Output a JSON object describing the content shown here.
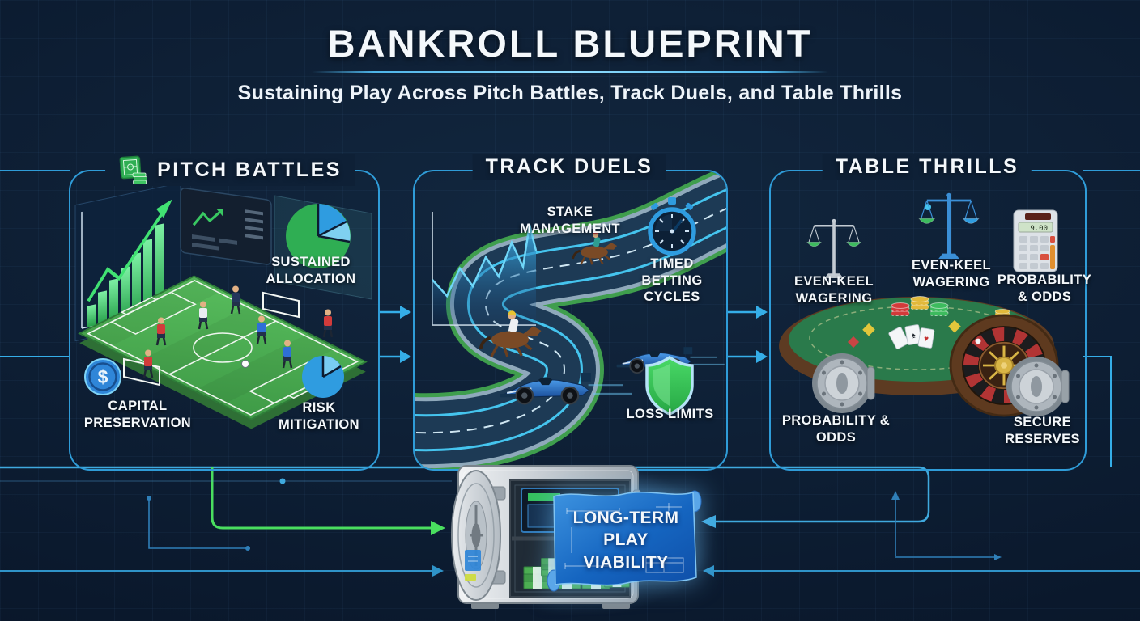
{
  "header": {
    "title": "BANKROLL BLUEPRINT",
    "subtitle": "Sustaining Play Across Pitch Battles, Track Duels, and Table Thrills"
  },
  "panels": [
    {
      "title": "PITCH BATTLES",
      "labels": {
        "sustained_allocation": "SUSTAINED ALLOCATION",
        "capital_preservation": "CAPITAL PRESERVATION",
        "risk_mitigation": "RISK MITIGATION"
      },
      "coin_symbol": "$"
    },
    {
      "title": "TRACK DUELS",
      "labels": {
        "stake_management": "STAKE MANAGEMENT",
        "timed_betting_cycles": "TIMED BETTING CYCLES",
        "loss_limits": "LOSS LIMITS"
      }
    },
    {
      "title": "TABLE THRILLS",
      "labels": {
        "even_keel_wagering_left": "EVEN-KEEL WAGERING",
        "even_keel_wagering_center": "EVEN-KEEL WAGERING",
        "probability_odds_top": "PROBABILITY & ODDS",
        "probability_odds_bottom": "PROBABILITY & ODDS",
        "secure_reserves": "SECURE RESERVES"
      },
      "calculator_display": "9.00",
      "card_suits": {
        "spade": "♠",
        "heart": "♥"
      }
    }
  ],
  "center": {
    "scroll_label": "LONG-TERM PLAY VIABILITY"
  },
  "colors": {
    "background": "#0c1c31",
    "panel_border": "#2f9cd8",
    "accent_cyan": "#45c4ee",
    "accent_green": "#3fc463",
    "arrow_green": "#4ade5f",
    "accent_blue": "#2f86d8",
    "text": "#f4f8fb"
  },
  "icons": {
    "pitch-icon": "green soccer pitch card with cash stack",
    "bar-chart-icon": "rising green bars with trend arrow",
    "dashboard-icon": "dark stats screen with green arrows",
    "pie-chart-green-icon": "green/blue allocation pie",
    "dollar-coin-icon": "blue dollar coin",
    "pie-chart-blue-icon": "blue risk pie",
    "line-chart-icon": "blue area performance chart",
    "racetrack-icon": "winding blue race track",
    "horse-jockey-icon": "galloping race horse with jockey",
    "race-car-icon": "blue formula race car",
    "stopwatch-icon": "blue stopwatch",
    "shield-icon": "green protection shield",
    "scales-icon": "balance scales",
    "calculator-icon": "grey calculator",
    "casino-table-icon": "green felt card table with chips and cards",
    "roulette-icon": "roulette wheel",
    "vault-door-icon": "round steel vault door",
    "vault-icon": "open safe with cash and screen",
    "blueprint-scroll-icon": "glowing blue blueprint scroll",
    "arrow-icon": "flow connector arrow"
  }
}
